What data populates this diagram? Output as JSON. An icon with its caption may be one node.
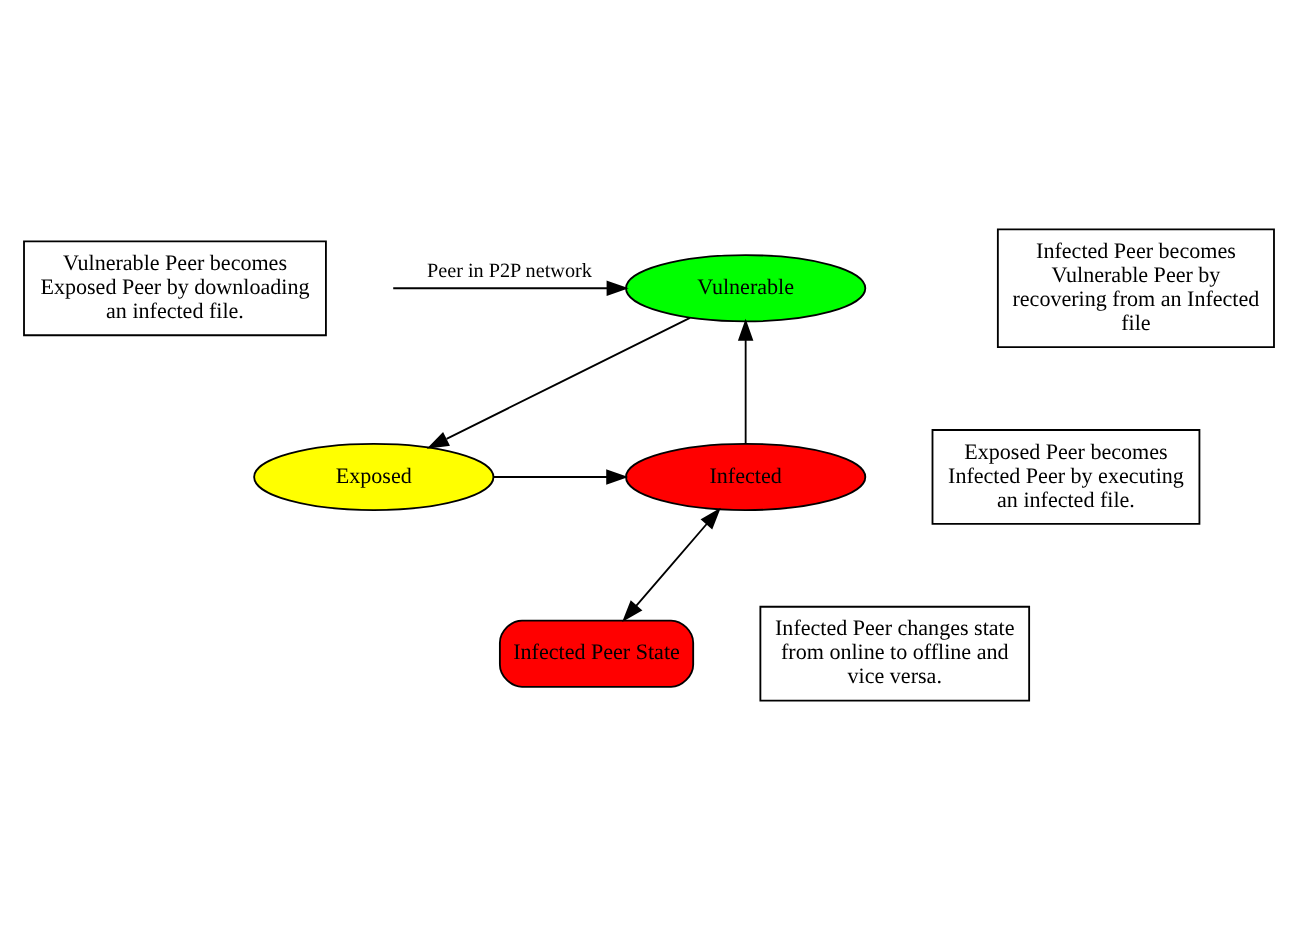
{
  "diagram": {
    "nodes": [
      {
        "text": [
          "Vulnerable"
        ]
      },
      {
        "text": [
          "Exposed"
        ]
      },
      {
        "text": [
          "Infected"
        ]
      },
      {
        "text": [
          "Infected Peer State"
        ]
      },
      {
        "text": [
          "Vulnerable Peer becomes Exposed Peer by downloading an infected file."
        ]
      },
      {
        "text": [
          "Exposed Peer becomes Infected Peer by executing an infected file."
        ]
      },
      {
        "text": [
          "Infected Peer becomes Vulnerable Peer by recovering from an Infected file"
        ]
      },
      {
        "text": [
          "Infected Peer changes state from online to offline and vice versa."
        ]
      }
    ],
    "edges": [
      {
        "from": null,
        "to": 0,
        "arrow": "to",
        "label": "Peer in P2P network"
      },
      {
        "from": 0,
        "to": 1,
        "arrow": "to"
      },
      {
        "from": 1,
        "to": 2,
        "arrow": "to"
      },
      {
        "from": 2,
        "to": 0,
        "arrow": "to"
      },
      {
        "from": 2,
        "to": 3,
        "arrow": "both"
      }
    ]
  }
}
